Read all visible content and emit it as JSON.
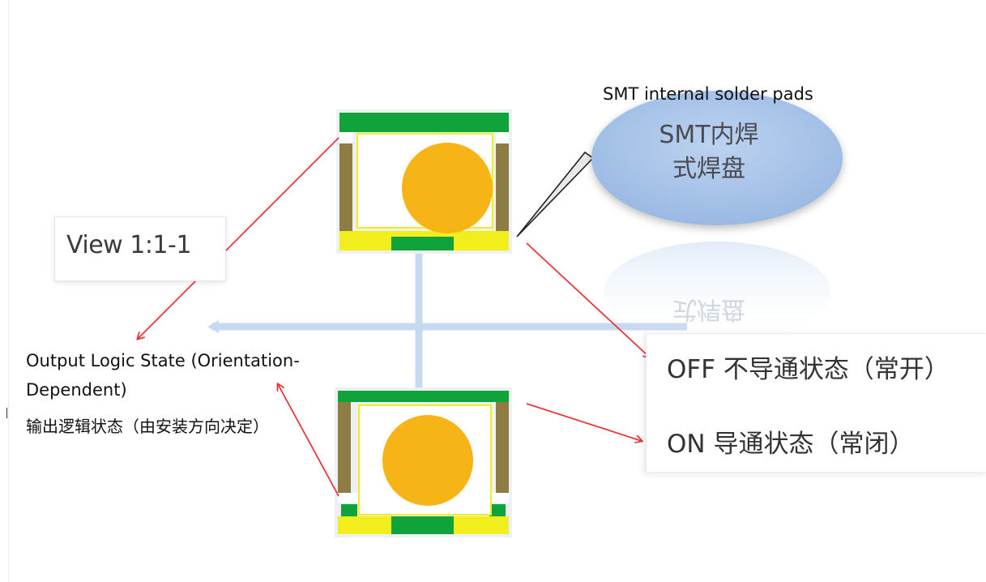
{
  "view_label": "View 1:1-1",
  "output_state": {
    "title": "Output Logic State (Orientation-Dependent)",
    "title_cn": "输出逻辑状态（由安装方向决定）"
  },
  "states": {
    "off": "OFF 不导通状态（常开）",
    "on": "ON 导通状态（常闭）"
  },
  "callout": {
    "caption": "SMT internal solder pads",
    "bubble_line1": "SMT内焊",
    "bubble_line2": "式焊盘"
  },
  "colors": {
    "housing_green": "#10a33b",
    "wall_brown": "#8d7d45",
    "pad_yellow": "#f2ee1e",
    "ball_orange": "#f7b416",
    "axis_blue": "#c5d9f0",
    "arrow_red": "#e8373a",
    "bubble_blue": "#a9c4e8"
  }
}
